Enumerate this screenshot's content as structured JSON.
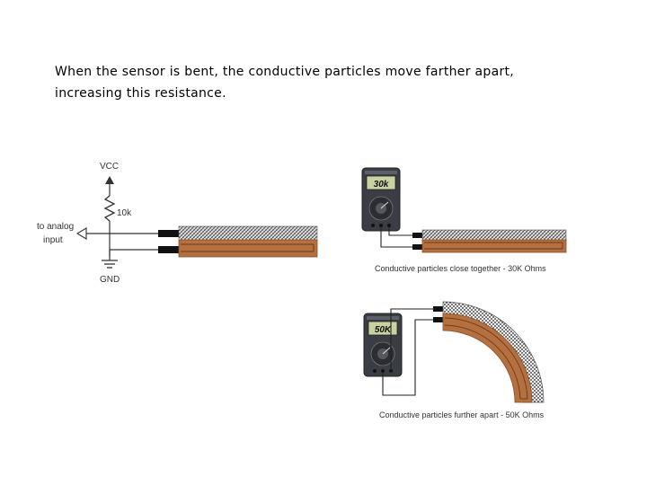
{
  "caption": {
    "line1": "When the sensor is bent, the conductive particles move farther apart,",
    "line2": "increasing this resistance."
  },
  "circuit": {
    "vcc": "VCC",
    "resistor": "10k",
    "input_line1": "to analog",
    "input_line2": "input",
    "gnd": "GND"
  },
  "meter_straight": {
    "reading": "30k",
    "caption": "Conductive particles close together - 30K Ohms"
  },
  "meter_bent": {
    "reading": "50K",
    "caption": "Conductive particles further apart - 50K Ohms"
  },
  "colors": {
    "substrate": "#b5703f",
    "substrate_edge": "#8a4f28",
    "particles": "#e8e8e8",
    "meter_body": "#3a3d44",
    "meter_screen": "#c9d3a2"
  }
}
